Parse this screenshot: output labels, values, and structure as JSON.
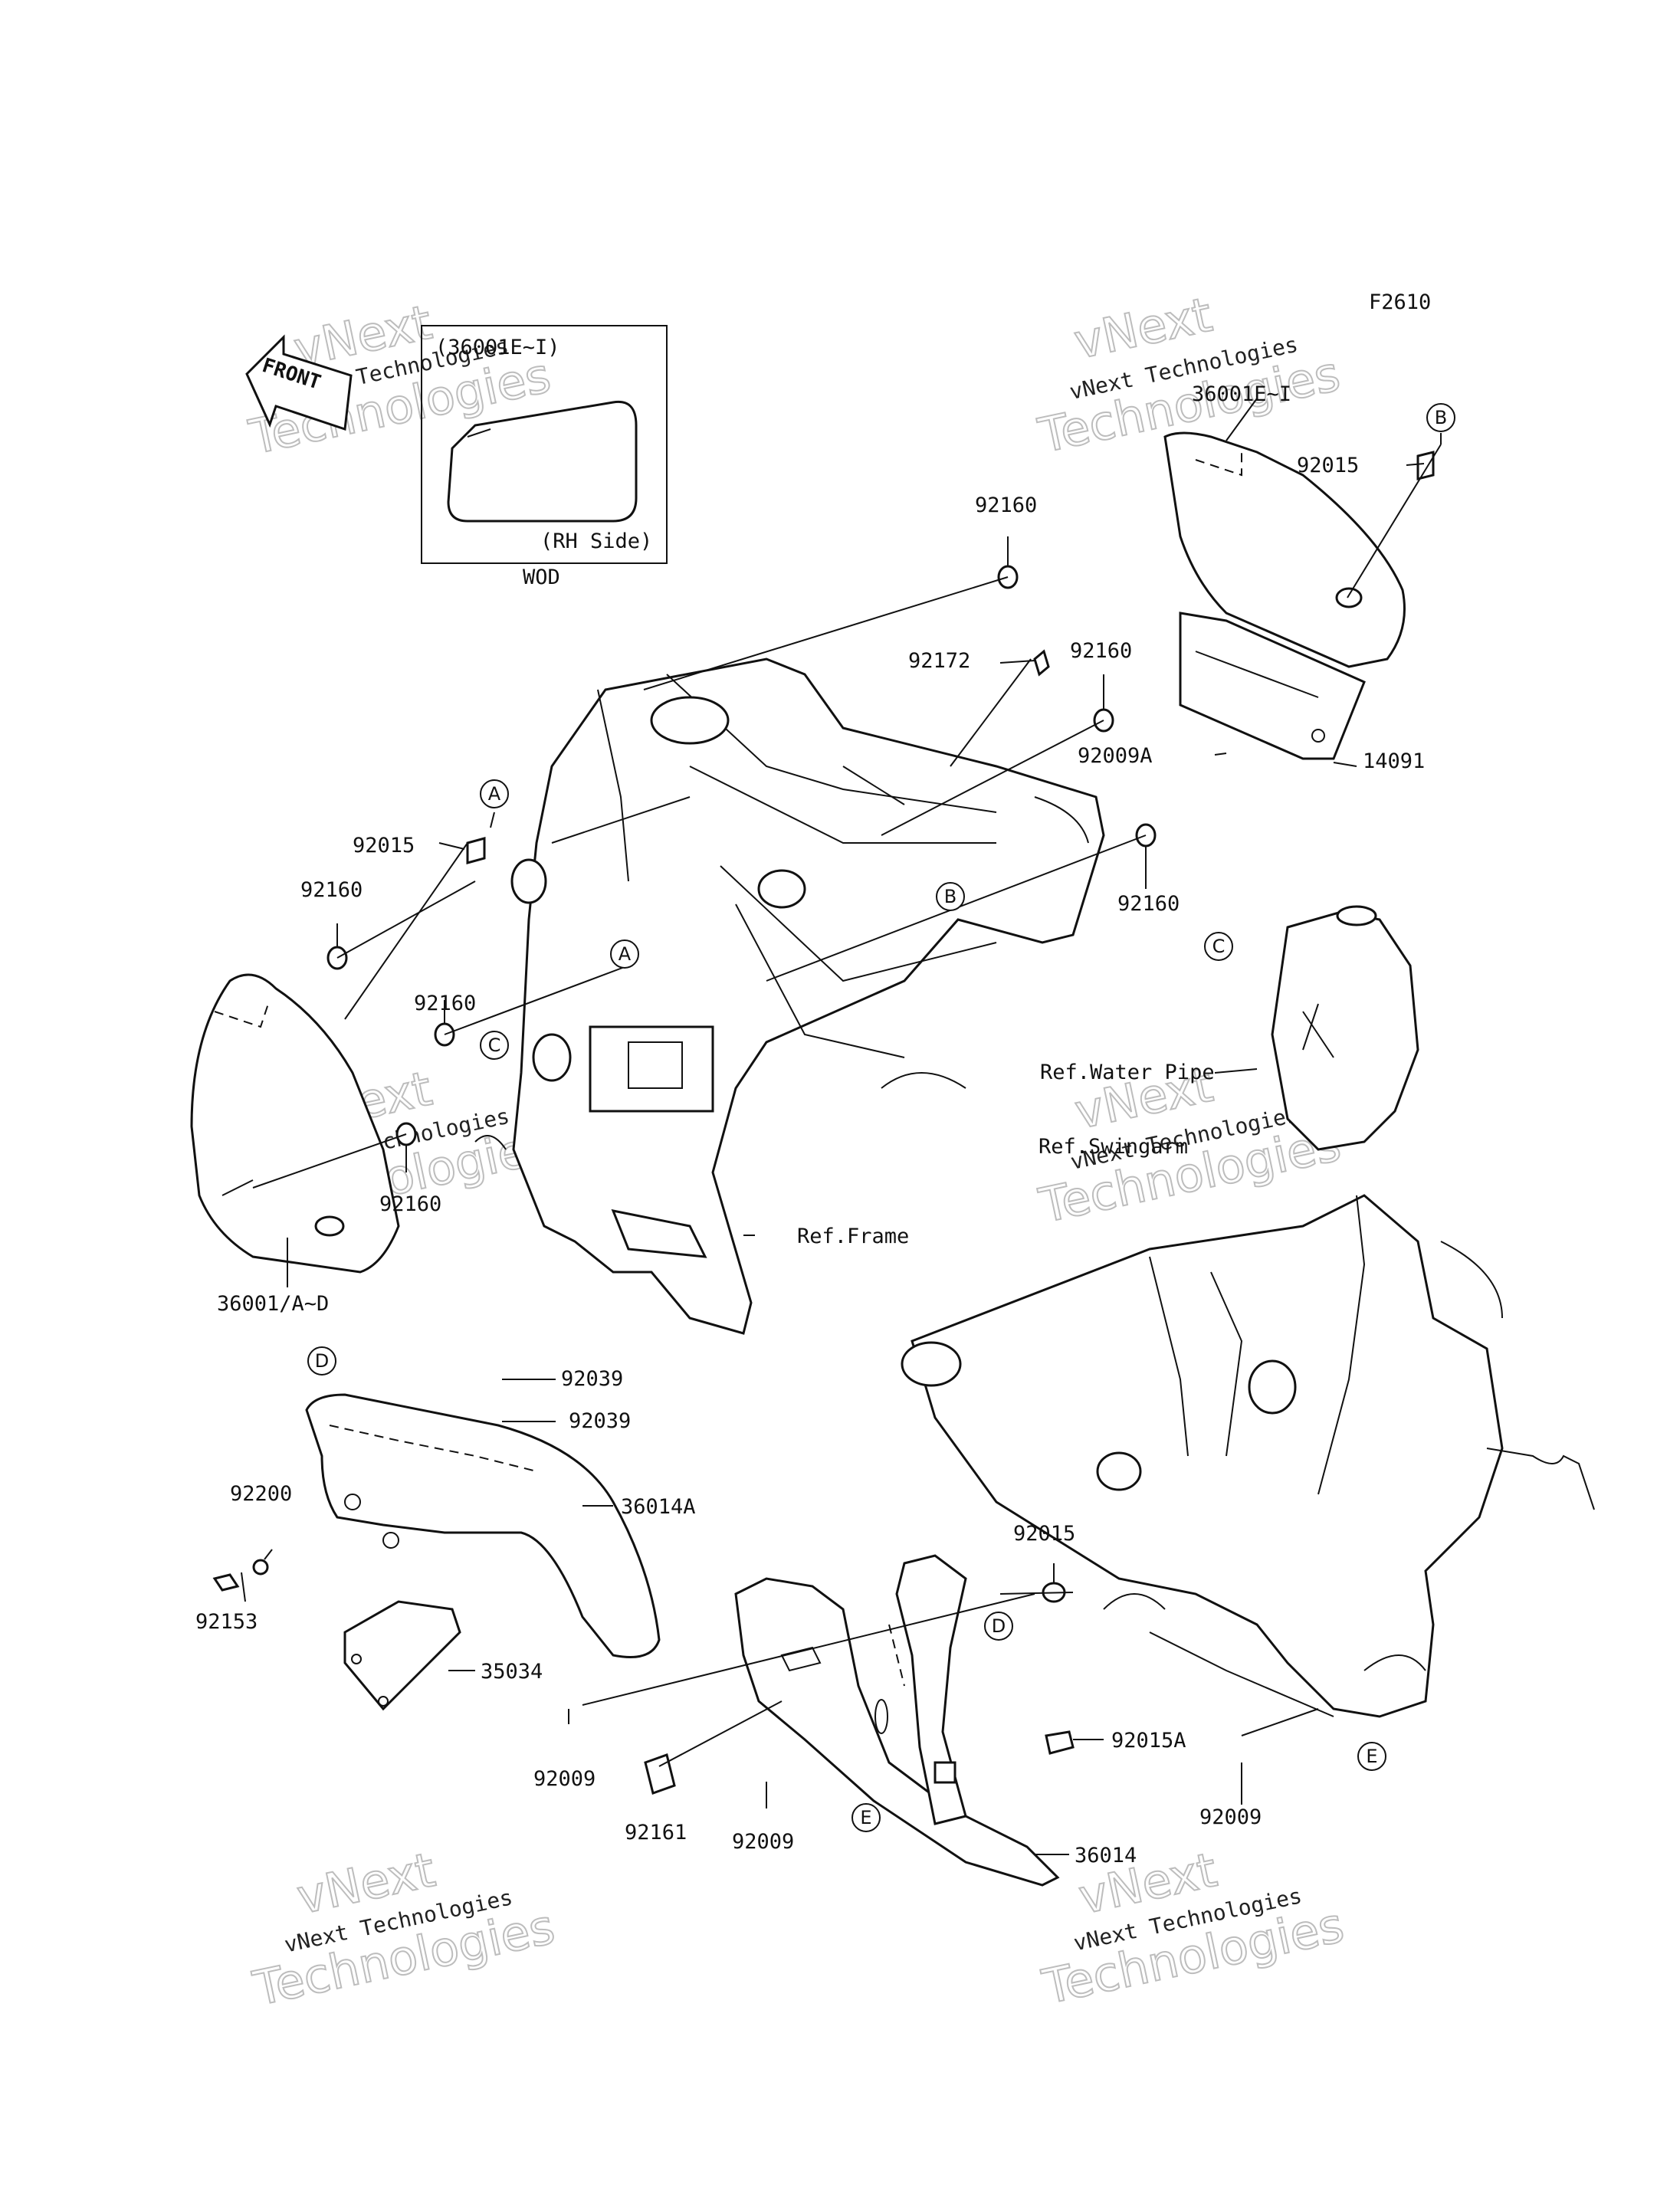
{
  "figure_code": "F2610",
  "front_indicator": "FRONT",
  "inset": {
    "part_label": "(36001E~I)",
    "side_label": "(RH Side)",
    "caption": "WOD"
  },
  "watermark": {
    "line1": "vNext Technologies",
    "line2": "vNext",
    "line3": "Technologies"
  },
  "callouts": [
    "A",
    "B",
    "C",
    "D",
    "E"
  ],
  "labels": {
    "p36001_ei": "36001E~I",
    "p92015_b": "92015",
    "p92160_top": "92160",
    "p92172": "92172",
    "p92160_mid": "92160",
    "p92009a": "92009A",
    "p14091": "14091",
    "p92160_right": "92160",
    "p92015_a": "92015",
    "p92160_left": "92160",
    "p92160_c": "92160",
    "p92160_low": "92160",
    "p36001_ad": "36001/A~D",
    "ref_frame": "Ref.Frame",
    "ref_water_pipe": "Ref.Water Pipe",
    "ref_swingarm": "Ref.Swingarm",
    "p92039_1": "92039",
    "p92039_2": "92039",
    "p92200": "92200",
    "p36014a": "36014A",
    "p92153": "92153",
    "p35034": "35034",
    "p92015_d": "92015",
    "p92009_1": "92009",
    "p92161": "92161",
    "p92009_2": "92009",
    "p92015a": "92015A",
    "p36014": "36014",
    "p92009_3": "92009"
  }
}
